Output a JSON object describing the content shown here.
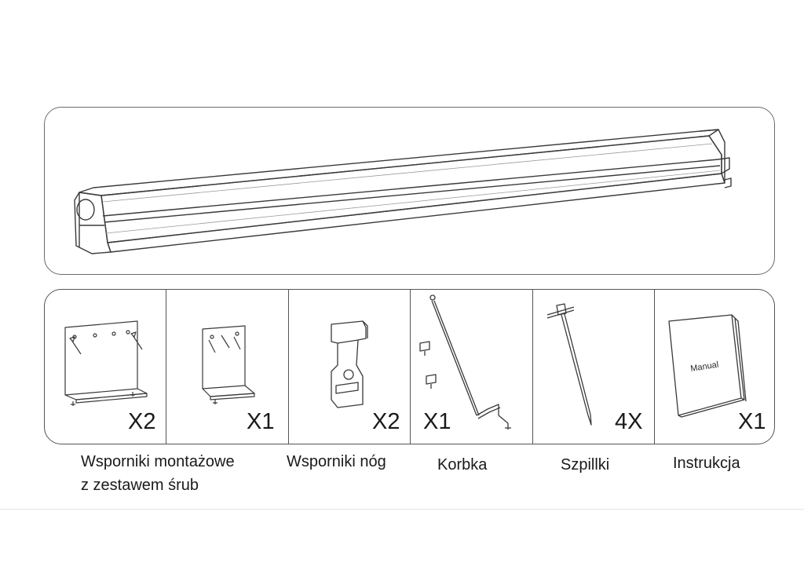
{
  "parts": [
    {
      "id": "mounting-brackets",
      "quantity": "X2"
    },
    {
      "id": "mounting-bracket-single",
      "quantity": "X1"
    },
    {
      "id": "leg-brackets",
      "quantity": "X2"
    },
    {
      "id": "crank-handle",
      "quantity": "X1"
    },
    {
      "id": "pins",
      "quantity": "4X"
    },
    {
      "id": "manual",
      "quantity": "X1",
      "book_text": "Manual"
    }
  ],
  "labels": {
    "mounting_line1": "Wsporniki  montażowe",
    "mounting_line2": "z zestawem śrub",
    "leg_brackets": "Wsporniki nóg",
    "crank": "Korbka",
    "pins": "Szpillki",
    "manual": "Instrukcja"
  },
  "colors": {
    "line": "#3a3a3a",
    "border": "#555555"
  }
}
